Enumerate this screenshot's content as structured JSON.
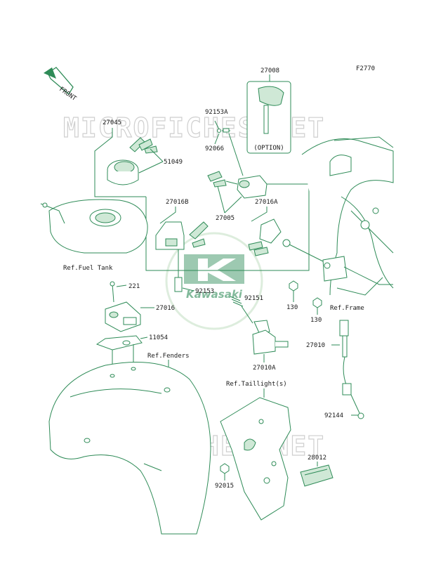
{
  "code": "F2770",
  "front_label": "FRONT",
  "watermark_top": "MICROFICHES.NET",
  "watermark_bottom": "MICROFICHES.NET",
  "logo_text": "Kawasaki",
  "option_label": "(OPTION)",
  "parts": {
    "p27008": "27008",
    "p92153A": "92153A",
    "p92066": "92066",
    "p27045": "27045",
    "p51049": "51049",
    "p27005": "27005",
    "p27016B": "27016B",
    "p27016A": "27016A",
    "p221": "221",
    "p92153": "92153",
    "p92151": "92151",
    "p27016": "27016",
    "p130a": "130",
    "p130b": "130",
    "p11054": "11054",
    "p27010": "27010",
    "p27010A": "27010A",
    "p92144": "92144",
    "p28012": "28012",
    "p92015": "92015"
  },
  "refs": {
    "fuel_tank": "Ref.Fuel Tank",
    "frame": "Ref.Frame",
    "fenders": "Ref.Fenders",
    "taillight": "Ref.Taillight(s)"
  },
  "colors": {
    "line": "#2e8b57",
    "logo": "#2e8b57",
    "watermark": "#cfcfcf",
    "text": "#1a1a1a"
  }
}
